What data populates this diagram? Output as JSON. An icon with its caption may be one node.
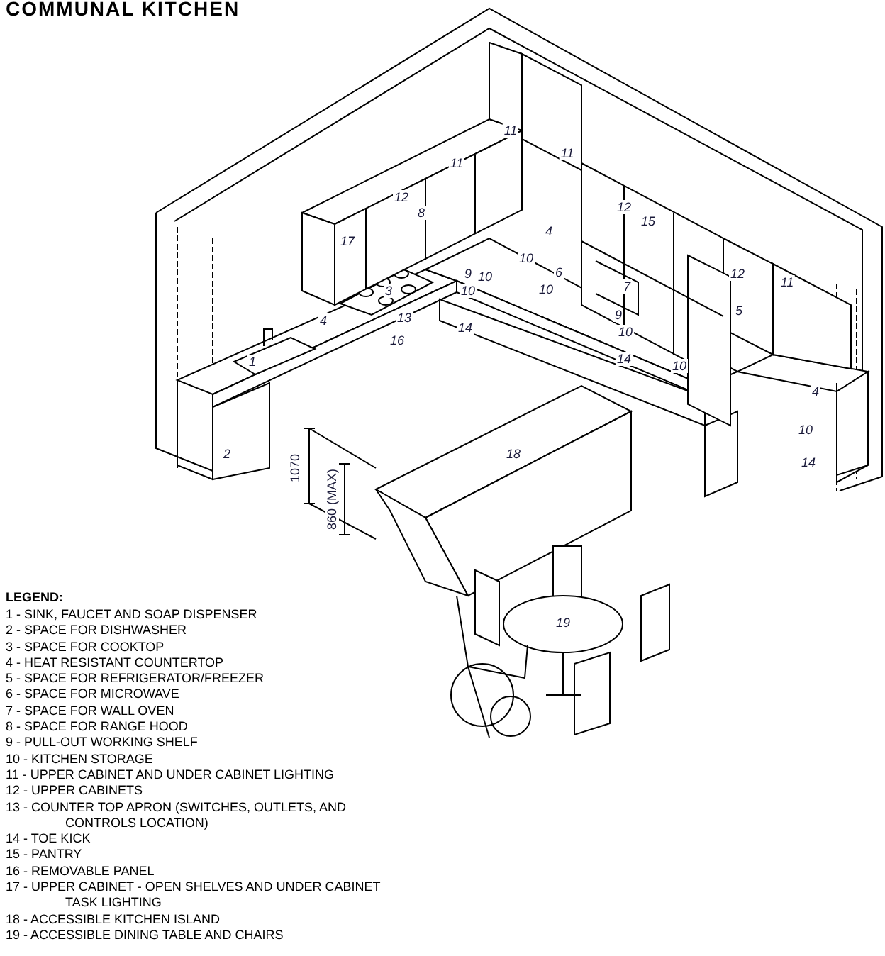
{
  "diagram": {
    "title": "COMMUNAL KITCHEN",
    "labels": [
      "11",
      "11",
      "11",
      "12",
      "12",
      "8",
      "15",
      "17",
      "4",
      "10",
      "6",
      "12",
      "9",
      "10",
      "11",
      "7",
      "10",
      "10",
      "3",
      "5",
      "9",
      "13",
      "4",
      "14",
      "10",
      "16",
      "14",
      "1",
      "10",
      "4",
      "10",
      "2",
      "18",
      "14",
      "1070",
      "860 (MAX)",
      "19",
      "LEGEND:"
    ],
    "legend": [
      {
        "text": "1 - SINK, FAUCET AND SOAP DISPENSER"
      },
      {
        "text": "2 - SPACE FOR DISHWASHER"
      },
      {
        "text": "3 - SPACE FOR COOKTOP"
      },
      {
        "text": "4 - HEAT RESISTANT COUNTERTOP"
      },
      {
        "text": "5 - SPACE FOR REFRIGERATOR/FREEZER"
      },
      {
        "text": "6 - SPACE FOR MICROWAVE"
      },
      {
        "text": "7 - SPACE FOR WALL OVEN"
      },
      {
        "text": "8 - SPACE FOR RANGE HOOD"
      },
      {
        "text": "9 - PULL-OUT WORKING SHELF"
      },
      {
        "text": "10 - KITCHEN STORAGE"
      },
      {
        "text": "11 - UPPER CABINET AND UNDER CABINET LIGHTING"
      },
      {
        "text": "12 - UPPER CABINETS"
      },
      {
        "text": "13 - COUNTER TOP APRON (SWITCHES, OUTLETS, AND CONTROLS LOCATION)"
      },
      {
        "text": "14 - TOE KICK"
      },
      {
        "text": "15 - PANTRY"
      },
      {
        "text": "16 - REMOVABLE PANEL"
      },
      {
        "text": "17 - UPPER CABINET - OPEN SHELVES AND UNDER CABINET TASK LIGHTING"
      },
      {
        "text": "18 - ACCESSIBLE KITCHEN ISLAND"
      },
      {
        "text": "19 - ACCESSIBLE DINING TABLE AND CHAIRS"
      }
    ]
  }
}
